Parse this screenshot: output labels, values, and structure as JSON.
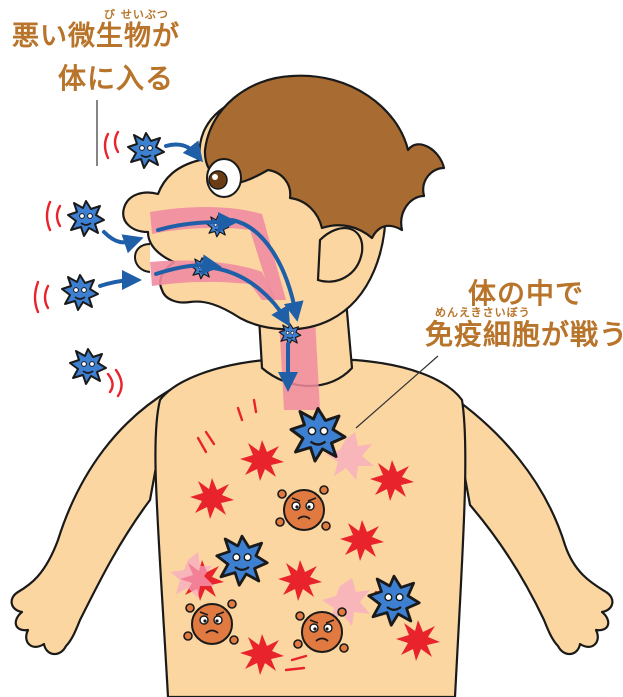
{
  "labels": {
    "germs_ruby": "び せいぶつ",
    "germs_enter_line1": "悪い微生物が",
    "germs_enter_line2": "体に入る",
    "fight_line1": "体の中で",
    "fight_ruby": "めんえきさいぼう",
    "fight_line2": "免疫細胞が戦う"
  },
  "colors": {
    "label_text": "#b8742a",
    "skin": "#fbd6a0",
    "hair": "#a86b32",
    "airway": "#f08ca0",
    "germ": "#3d7fd1",
    "arrow": "#1f5fa8",
    "immune_cell": "#e07a40",
    "burst": "#e8232b"
  },
  "icons": [
    "virus-icon",
    "immune-cell-icon",
    "burst-icon",
    "arrow-icon"
  ]
}
